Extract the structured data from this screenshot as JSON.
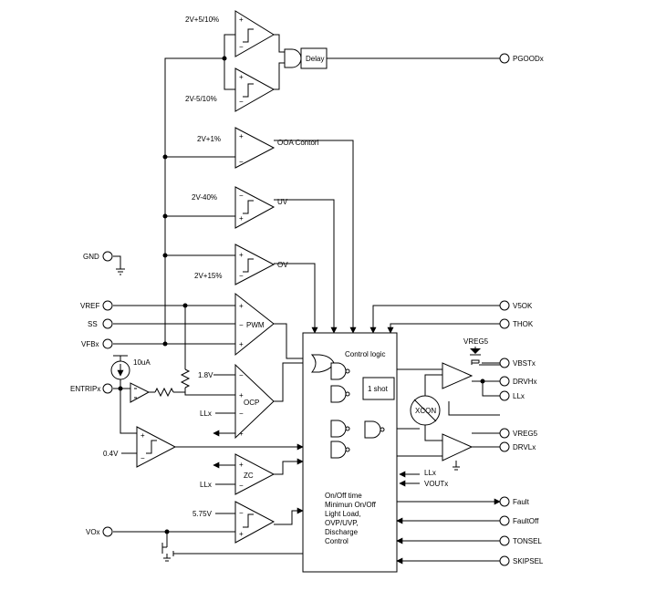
{
  "comparators": {
    "pgood_hi": "2V+5/10%",
    "pgood_lo": "2V-5/10%",
    "ooa": "2V+1%",
    "uv": "2V-40%",
    "ov": "2V+15%",
    "ocp_ref": "1.8V",
    "ocp_llx": "LLx",
    "zc_llx": "LLx",
    "vo_ref": "5.75V",
    "entrip_ref": "0.4V"
  },
  "signals": {
    "ooa_out": "OOA Contorl",
    "uv_out": "UV",
    "ov_out": "OV"
  },
  "blocks": {
    "delay": "Delay",
    "pwm": "PWM",
    "ocp": "OCP",
    "zc": "ZC",
    "control_logic": "Control logic",
    "one_shot": "1 shot",
    "xcon": "XCON",
    "current_source": "10uA",
    "control_functions": [
      "On/Off time",
      "Minimun On/Off",
      "Light Load,",
      "OVP/UVP,",
      "Discharge",
      "Control"
    ]
  },
  "pins_left": {
    "gnd": "GND",
    "vref": "VREF",
    "ss": "SS",
    "vfb": "VFBx",
    "entrip": "ENTRIPx",
    "vo": "VOx"
  },
  "pins_right": {
    "pgood": "PGOODx",
    "v5ok": "V5OK",
    "thok": "THOK",
    "vreg5_top": "VREG5",
    "vbst": "VBSTx",
    "drvh": "DRVHx",
    "llx": "LLx",
    "vreg5": "VREG5",
    "drvl": "DRVLx",
    "llx_in": "LLx",
    "vout_in": "VOUTx",
    "fault": "Fault",
    "faultoff": "FaultOff",
    "tonsel": "TONSEL",
    "skipsel": "SKIPSEL"
  }
}
